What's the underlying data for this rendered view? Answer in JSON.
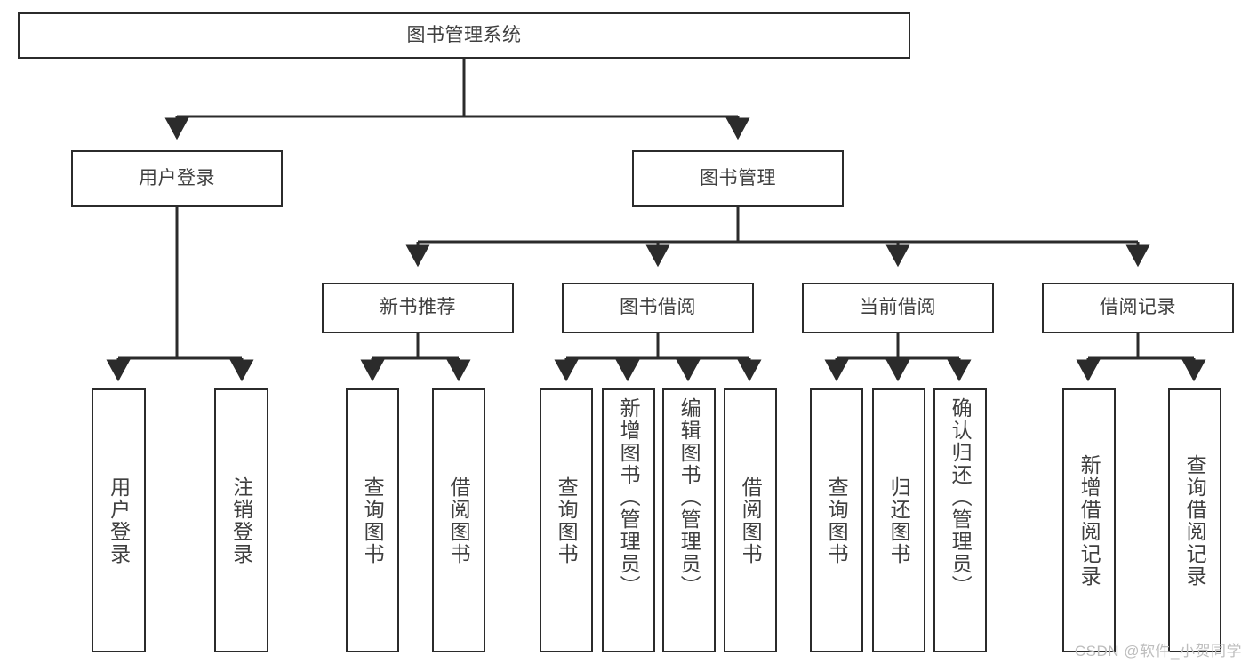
{
  "diagram": {
    "type": "tree-hierarchy",
    "title": "图书管理系统",
    "watermark": "CSDN @软件_小贺同学",
    "colors": {
      "box_border": "#2b2b2b",
      "box_fill": "#ffffff",
      "edge": "#2b2b2b",
      "text": "#3f3f3f",
      "watermark": "#bdbdbd"
    },
    "root": {
      "label": "图书管理系统"
    },
    "level2": [
      {
        "label": "用户登录"
      },
      {
        "label": "图书管理"
      }
    ],
    "level3": [
      {
        "label": "新书推荐"
      },
      {
        "label": "图书借阅"
      },
      {
        "label": "当前借阅"
      },
      {
        "label": "借阅记录"
      }
    ],
    "leaves": [
      {
        "label": "用户登录",
        "parent": "用户登录"
      },
      {
        "label": "注销登录",
        "parent": "用户登录"
      },
      {
        "label": "查询图书",
        "parent": "新书推荐"
      },
      {
        "label": "借阅图书",
        "parent": "新书推荐"
      },
      {
        "label": "查询图书",
        "parent": "图书借阅"
      },
      {
        "label": "新增图书（管理员）",
        "parent": "图书借阅"
      },
      {
        "label": "编辑图书（管理员）",
        "parent": "图书借阅"
      },
      {
        "label": "借阅图书",
        "parent": "图书借阅"
      },
      {
        "label": "查询图书",
        "parent": "当前借阅"
      },
      {
        "label": "归还图书",
        "parent": "当前借阅"
      },
      {
        "label": "确认归还（管理员）",
        "parent": "当前借阅"
      },
      {
        "label": "新增借阅记录",
        "parent": "借阅记录"
      },
      {
        "label": "查询借阅记录",
        "parent": "借阅记录"
      }
    ]
  }
}
